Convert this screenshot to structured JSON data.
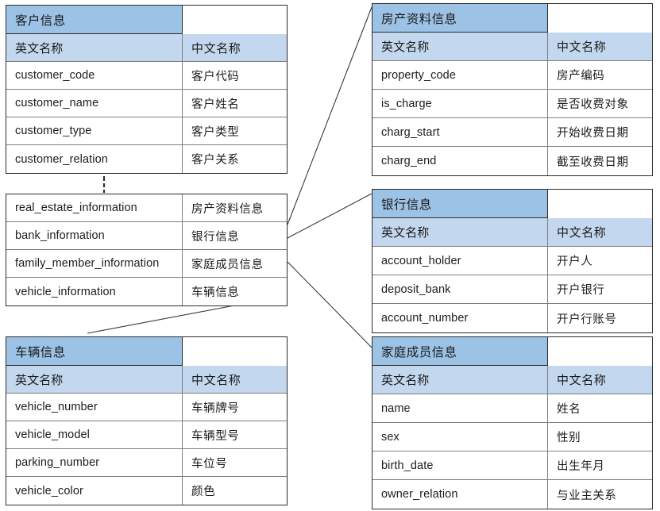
{
  "diagram": {
    "title_bar_color": "#9cc3e6",
    "header_row_color": "#c3d7ee",
    "border_color": "#2b2b2b",
    "connector_color": "#404040",
    "column_headers": {
      "english": "英文名称",
      "chinese": "中文名称"
    },
    "entities": [
      {
        "id": "customer",
        "title": "客户信息",
        "rows": [
          {
            "en": "customer_code",
            "cn": "客户代码"
          },
          {
            "en": "customer_name",
            "cn": "客户姓名"
          },
          {
            "en": "customer_type",
            "cn": "客户类型"
          },
          {
            "en": "customer_relation",
            "cn": "客户关系"
          }
        ]
      },
      {
        "id": "sublist",
        "title": "",
        "rows": [
          {
            "en": "real_estate_information",
            "cn": "房产资料信息"
          },
          {
            "en": "bank_information",
            "cn": "银行信息"
          },
          {
            "en": "family_member_information",
            "cn": "家庭成员信息"
          },
          {
            "en": "vehicle_information",
            "cn": "车辆信息"
          }
        ]
      },
      {
        "id": "vehicle",
        "title": "车辆信息",
        "rows": [
          {
            "en": "vehicle_number",
            "cn": "车辆牌号"
          },
          {
            "en": "vehicle_model",
            "cn": "车辆型号"
          },
          {
            "en": "parking_number",
            "cn": "车位号"
          },
          {
            "en": "vehicle_color",
            "cn": "颜色"
          }
        ]
      },
      {
        "id": "property",
        "title": "房产资料信息",
        "rows": [
          {
            "en": "property_code",
            "cn": "房产编码"
          },
          {
            "en": "is_charge",
            "cn": "是否收费对象"
          },
          {
            "en": "charg_start",
            "cn": "开始收费日期"
          },
          {
            "en": "charg_end",
            "cn": "截至收费日期"
          }
        ]
      },
      {
        "id": "bank",
        "title": "银行信息",
        "rows": [
          {
            "en": "account_holder",
            "cn": "开户人"
          },
          {
            "en": "deposit_bank",
            "cn": "开户银行"
          },
          {
            "en": "account_number",
            "cn": "开户行账号"
          }
        ]
      },
      {
        "id": "family",
        "title": "家庭成员信息",
        "rows": [
          {
            "en": "name",
            "cn": "姓名"
          },
          {
            "en": "sex",
            "cn": "性别"
          },
          {
            "en": "birth_date",
            "cn": "出生年月"
          },
          {
            "en": "owner_relation",
            "cn": "与业主关系"
          }
        ]
      }
    ]
  }
}
